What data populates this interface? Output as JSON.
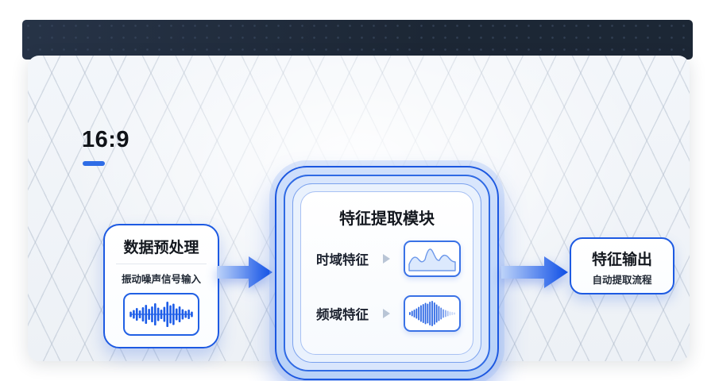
{
  "page": {
    "aspect_label": "16:9"
  },
  "flow": {
    "input_node": {
      "title": "数据预处理",
      "subtitle": "振动噪声信号输入",
      "icon": "audio-waveform-icon"
    },
    "module_node": {
      "title": "特征提取模块",
      "rows": [
        {
          "label": "时域特征",
          "icon": "time-domain-chart-icon"
        },
        {
          "label": "频域特征",
          "icon": "frequency-spectrum-icon"
        }
      ]
    },
    "output_node": {
      "title": "特征输出",
      "subtitle": "自动提取流程"
    }
  },
  "icons": {
    "audio_waveform": {
      "bars": [
        7,
        11,
        16,
        10,
        18,
        24,
        14,
        20,
        28,
        17,
        12,
        19,
        32,
        23,
        27,
        15,
        20,
        13,
        9,
        12,
        7
      ]
    },
    "frequency_spectrum": {
      "bars": [
        4,
        7,
        10,
        13,
        17,
        21,
        24,
        27,
        25,
        30,
        32,
        28,
        23,
        19,
        15,
        11,
        9,
        7,
        5,
        4,
        3
      ]
    }
  },
  "colors": {
    "header_bg": "#1e2937",
    "canvas_bg": "#f3f6fa",
    "grid_line": "#acb8c8",
    "accent_blue": "#1d5ae2",
    "arrow_gradient_start": "#bdd3f9",
    "arrow_gradient_end": "#0f4fe6",
    "module_ring_fill": "#cfdffb",
    "play_triangle": "#b9c5d6",
    "title_text": "#14181f"
  }
}
